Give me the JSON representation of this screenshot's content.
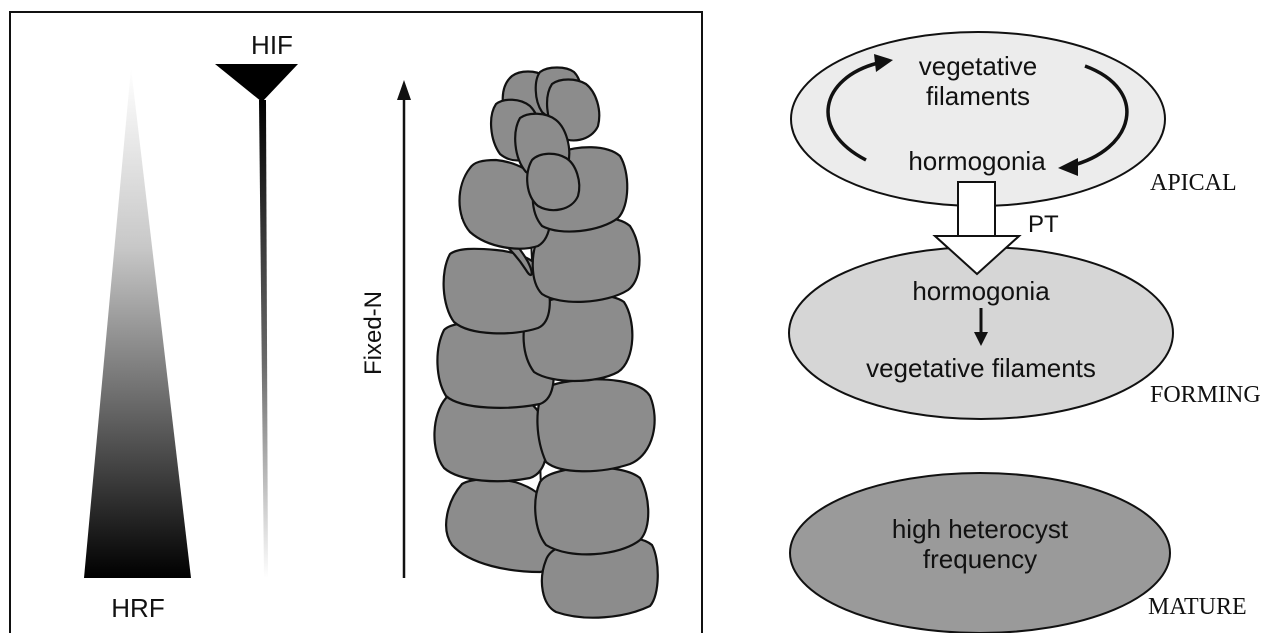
{
  "left_panel": {
    "hif_label": "HIF",
    "hrf_label": "HRF",
    "fixed_n_label": "Fixed-N"
  },
  "right_panel": {
    "apical": {
      "top_text_line1": "vegetative",
      "top_text_line2": "filaments",
      "bottom_text": "hormogonia",
      "zone_label": "APICAL",
      "fill": "#ececec"
    },
    "transition_label": "PT",
    "forming": {
      "top_text": "hormogonia",
      "bottom_text": "vegetative filaments",
      "zone_label": "FORMING",
      "fill": "#d6d6d6"
    },
    "mature": {
      "text_line1": "high heterocyst",
      "text_line2": "frequency",
      "zone_label": "MATURE",
      "fill": "#9a9a9a"
    }
  },
  "colors": {
    "leaf_fill": "#8c8c8c",
    "stroke": "#111111"
  }
}
